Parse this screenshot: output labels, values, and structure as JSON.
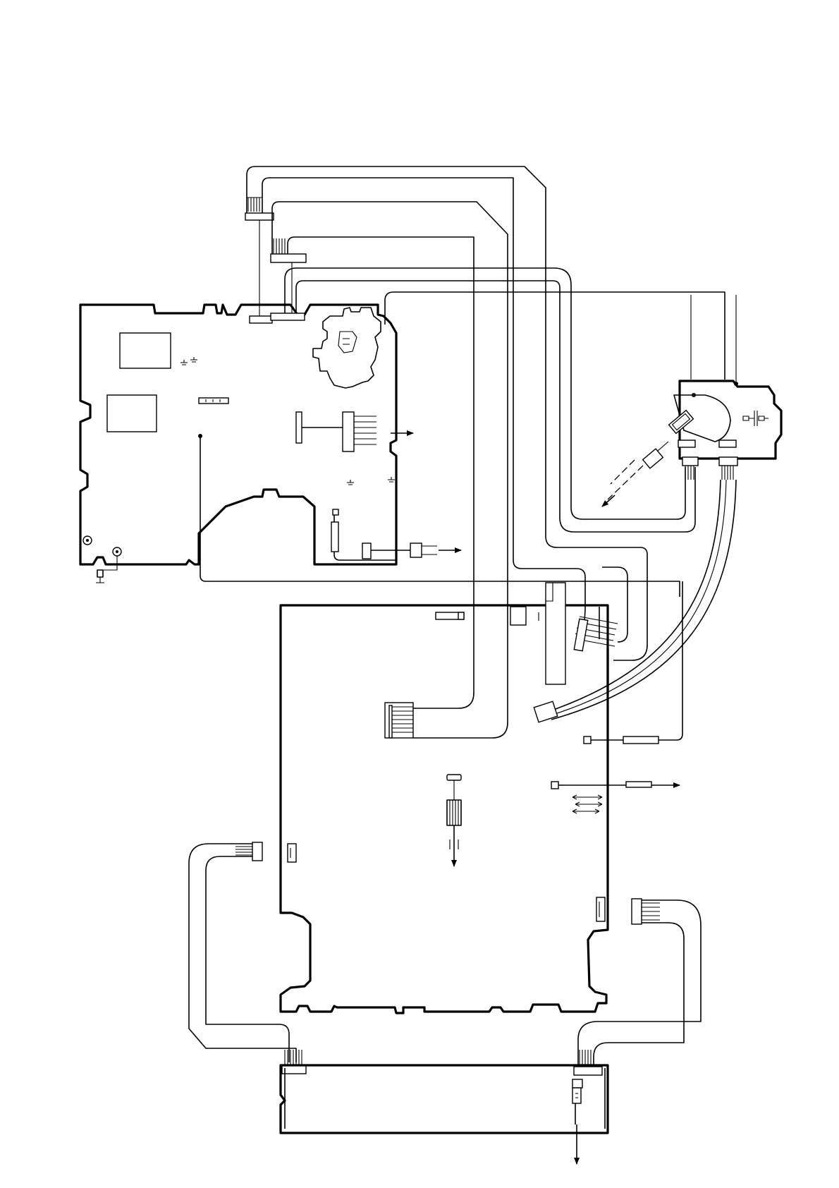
{
  "diagram": {
    "colors": {
      "line": "#000000",
      "background": "#ffffff"
    },
    "boards": [
      {
        "id": "top-left-board"
      },
      {
        "id": "right-board"
      },
      {
        "id": "lower-board"
      },
      {
        "id": "bottom-strip-board"
      }
    ],
    "cables": [
      "outer-flat-cable",
      "inner-flat-cable",
      "long-flat-cable-to-right-board",
      "flex-cable-to-lower-board",
      "curved-cable-to-lower-board",
      "left-loop-cable",
      "right-loop-cable"
    ],
    "icons": [
      "ground-icon",
      "plug-icon",
      "arrow-icon",
      "pickup-assembly-icon"
    ]
  }
}
